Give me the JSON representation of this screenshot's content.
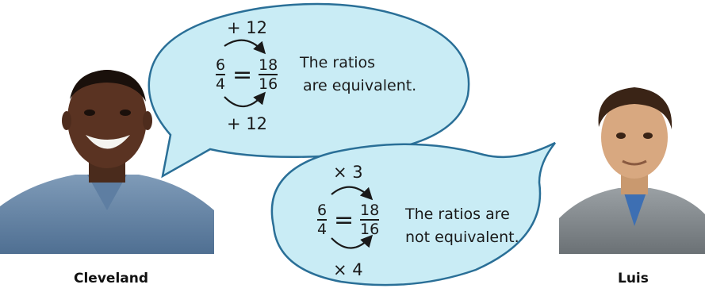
{
  "cleveland": {
    "name": "Cleveland",
    "top_op": "+ 12",
    "bottom_op": "+ 12",
    "left_fraction": {
      "numerator": "6",
      "denominator": "4"
    },
    "equals": "=",
    "right_fraction": {
      "numerator": "18",
      "denominator": "16"
    },
    "statement_line1": "The ratios",
    "statement_line2": "are equivalent."
  },
  "luis": {
    "name": "Luis",
    "top_op": "× 3",
    "bottom_op": "× 4",
    "left_fraction": {
      "numerator": "6",
      "denominator": "4"
    },
    "equals": "=",
    "right_fraction": {
      "numerator": "18",
      "denominator": "16"
    },
    "statement_line1": "The ratios are",
    "statement_line2": "not equivalent."
  },
  "colors": {
    "bubble_fill": "#c9ecf5",
    "bubble_stroke": "#2a6f97"
  }
}
